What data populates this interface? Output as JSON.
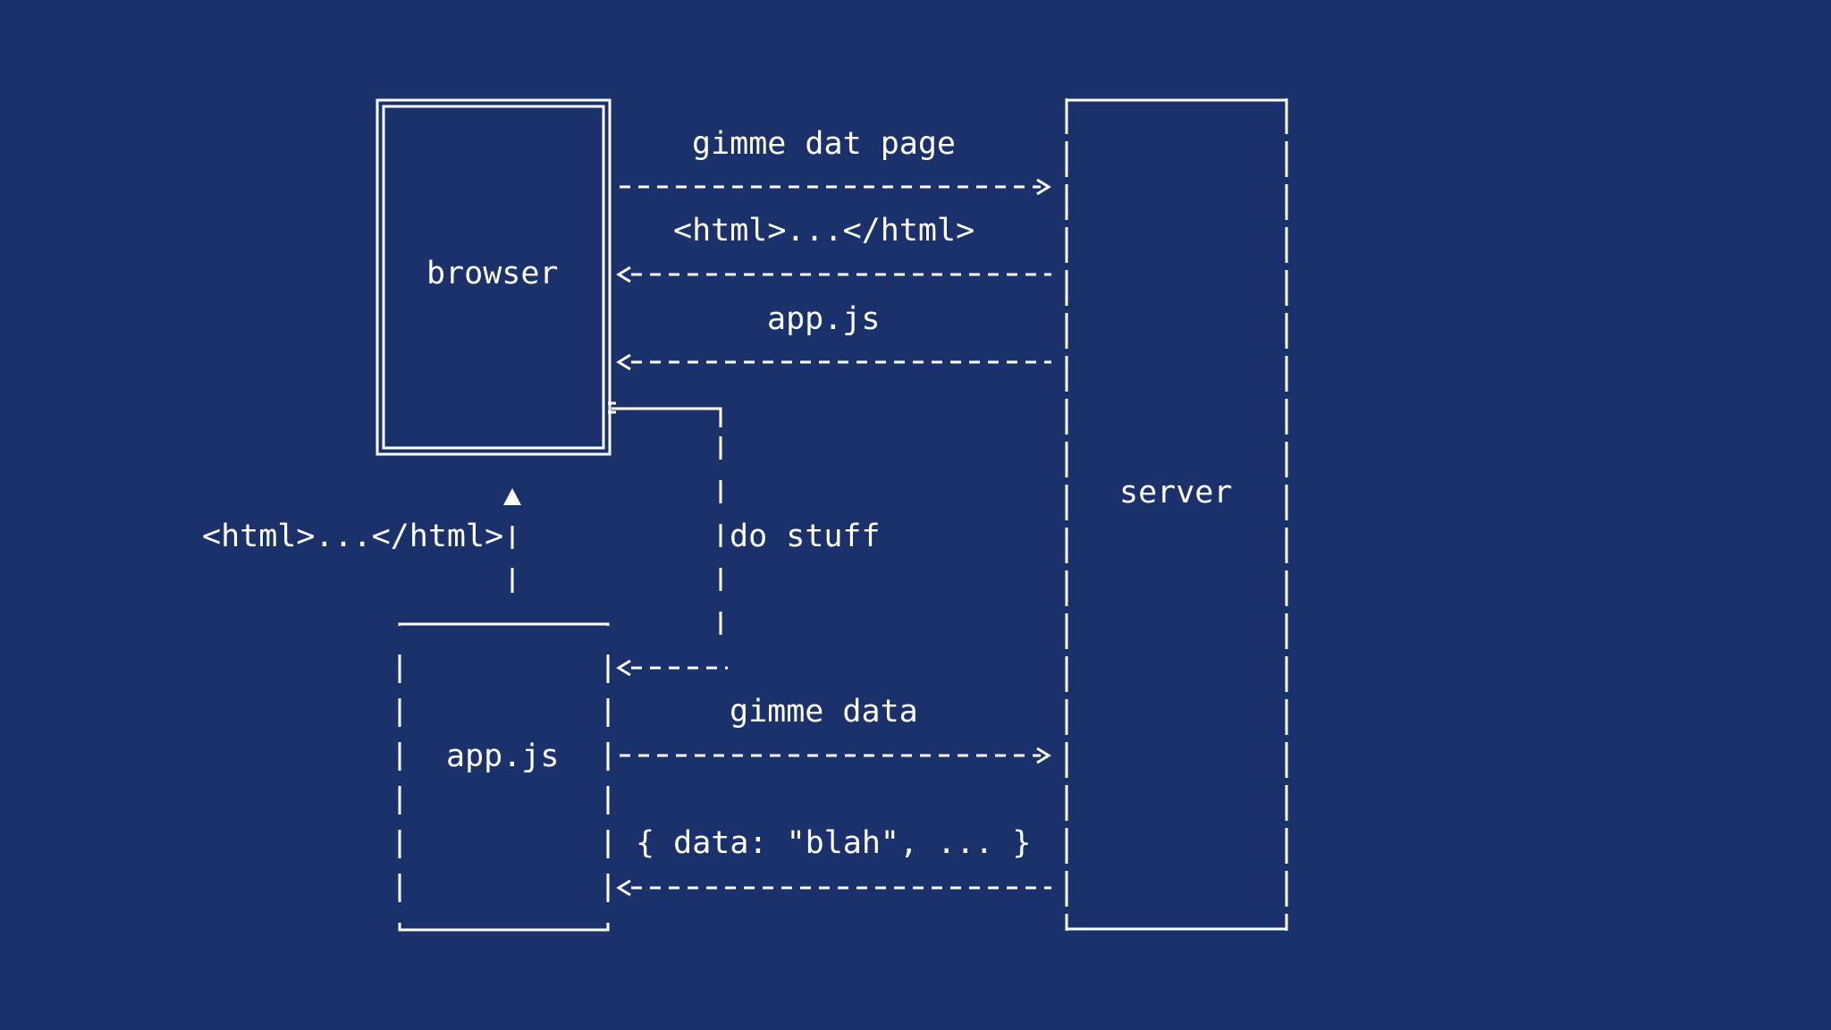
{
  "diagram": {
    "nodes": {
      "browser": "browser",
      "server": "server",
      "app_js": "app.js"
    },
    "messages": {
      "request_page": "gimme dat page",
      "html_response": "<html>...</html>",
      "appjs_response": "app.js",
      "do_stuff": "do stuff",
      "appjs_render_html": "<html>...</html>",
      "request_data": "gimme data",
      "data_response": "{ data: \"blah\", ... }"
    }
  },
  "colors": {
    "background": "#1b316b",
    "foreground": "#ffffff"
  },
  "icons": {
    "arrow_up": "triangle-up-icon"
  }
}
